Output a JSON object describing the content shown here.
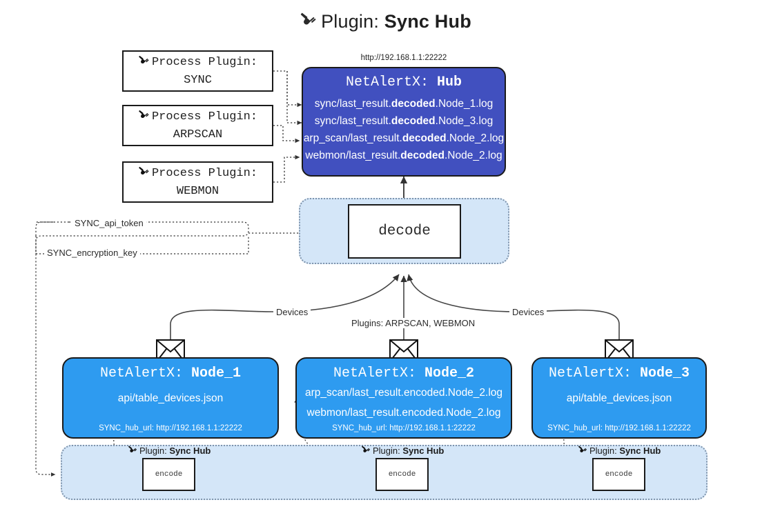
{
  "title": {
    "icon": "plug-icon",
    "prefix": "Plugin:",
    "name": "Sync Hub"
  },
  "process_plugins": [
    {
      "icon": "plug-icon",
      "line1": "Process Plugin:",
      "line2": "SYNC"
    },
    {
      "icon": "plug-icon",
      "line1": "Process Plugin:",
      "line2": "ARPSCAN"
    },
    {
      "icon": "plug-icon",
      "line1": "Process Plugin:",
      "line2": "WEBMON"
    }
  ],
  "hub": {
    "url": "http://192.168.1.1:22222",
    "title_prefix": "NetAlertX:",
    "title_name": "Hub",
    "files": [
      {
        "pre": "sync/last_result.",
        "em": "decoded",
        "post": ".Node_1.log"
      },
      {
        "pre": "sync/last_result.",
        "em": "decoded",
        "post": ".Node_3.log"
      },
      {
        "pre": "arp_scan/last_result.",
        "em": "decoded",
        "post": ".Node_2.log"
      },
      {
        "pre": "webmon/last_result.",
        "em": "decoded",
        "post": ".Node_2.log"
      }
    ]
  },
  "decode": {
    "label": "decode"
  },
  "settings": [
    {
      "label": "SYNC_api_token"
    },
    {
      "label": "SYNC_encryption_key"
    }
  ],
  "edge_labels": {
    "left_devices": "Devices",
    "right_devices": "Devices",
    "center_plugins": "Plugins: ARPSCAN, WEBMON"
  },
  "nodes": [
    {
      "title_prefix": "NetAlertX:",
      "title_name": "Node_1",
      "files": [
        "api/table_devices.json"
      ],
      "footer": "SYNC_hub_url: http://192.168.1.1:22222",
      "mail_icon": "envelope-icon"
    },
    {
      "title_prefix": "NetAlertX:",
      "title_name": "Node_2",
      "files": [
        "arp_scan/last_result.encoded.Node_2.log",
        "webmon/last_result.encoded.Node_2.log"
      ],
      "footer": "SYNC_hub_url: http://192.168.1.1:22222",
      "mail_icon": "envelope-icon"
    },
    {
      "title_prefix": "NetAlertX:",
      "title_name": "Node_3",
      "files": [
        "api/table_devices.json"
      ],
      "footer": "SYNC_hub_url: http://192.168.1.1:22222",
      "mail_icon": "envelope-icon"
    }
  ],
  "plugin_boxes": [
    {
      "icon": "plug-icon",
      "prefix": "Plugin:",
      "name": "Sync Hub",
      "action": "encode"
    },
    {
      "icon": "plug-icon",
      "prefix": "Plugin:",
      "name": "Sync Hub",
      "action": "encode"
    },
    {
      "icon": "plug-icon",
      "prefix": "Plugin:",
      "name": "Sync Hub",
      "action": "encode"
    }
  ],
  "colors": {
    "hub_fill": "#4150bf",
    "node_fill": "#2e9bf0",
    "cluster_fill": "#d4e6f8",
    "cluster_border": "#7e93ab",
    "stroke": "#1a1a1a"
  }
}
